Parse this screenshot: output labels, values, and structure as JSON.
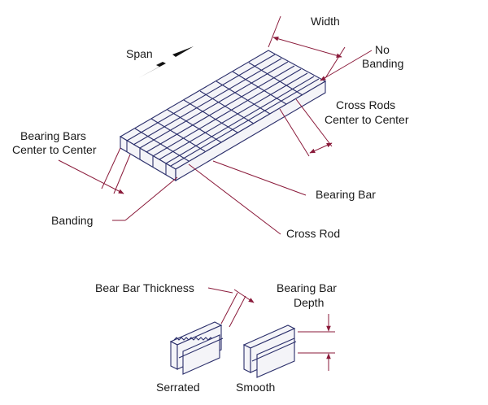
{
  "labels": {
    "span": "Span",
    "width": "Width",
    "no_banding_1": "No",
    "no_banding_2": "Banding",
    "cross_rods_1": "Cross Rods",
    "cross_rods_2": "Center to Center",
    "bearing_bars_1": "Bearing Bars",
    "bearing_bars_2": "Center to Center",
    "bearing_bar": "Bearing Bar",
    "banding": "Banding",
    "cross_rod": "Cross Rod",
    "bear_bar_thickness": "Bear Bar Thickness",
    "bearing_bar_depth_1": "Bearing Bar",
    "bearing_bar_depth_2": "Depth",
    "serrated": "Serrated",
    "smooth": "Smooth"
  },
  "colors": {
    "grate_line": "#2b2f6b",
    "leader": "#8a1a3a",
    "text": "#1a1a1a"
  }
}
